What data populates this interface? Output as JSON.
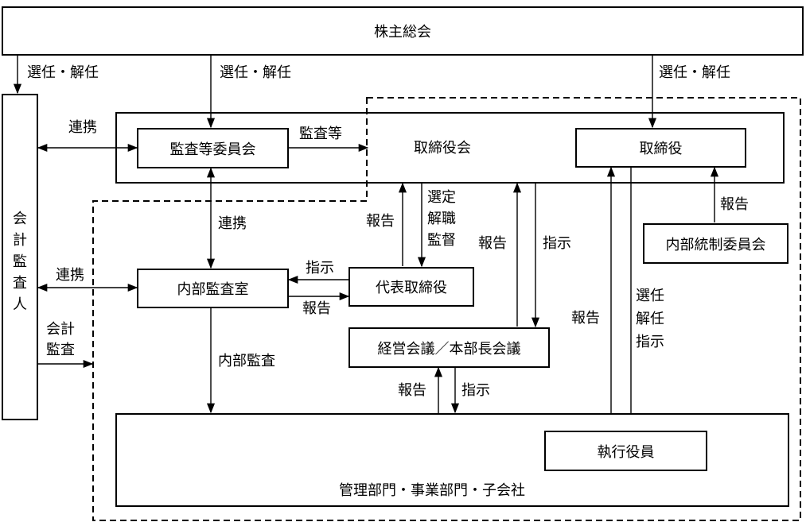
{
  "boxes": {
    "shareholders": "株主総会",
    "auditor": [
      "会",
      "計",
      "監",
      "査",
      "人"
    ],
    "board": "取締役会",
    "audit_committee": "監査等委員会",
    "directors": "取締役",
    "internal_control_committee": "内部統制委員会",
    "internal_audit_office": "内部監査室",
    "representative_director": "代表取締役",
    "management_meeting": "経営会議／本部長会議",
    "executive_officers": "執行役員",
    "departments": "管理部門・事業部門・子会社"
  },
  "labels": {
    "elect_dismiss_auditor": "選任・解任",
    "elect_dismiss_committee": "選任・解任",
    "elect_dismiss_directors": "選任・解任",
    "coop_auditor_committee": "連携",
    "audit_etc": "監査等",
    "coop_committee_internal": "連携",
    "coop_auditor_internal": "連携",
    "accounting_audit": [
      "会計",
      "監査"
    ],
    "select_dismiss_supervise": [
      "選定",
      "解職",
      "監督"
    ],
    "report_rep_to_board": "報告",
    "report_mgmt_to_board": "報告",
    "instruct_board_to_mgmt": "指示",
    "report_icc": "報告",
    "instruct_rep_to_internal": "指示",
    "report_internal_to_rep": "報告",
    "internal_audit": "内部監査",
    "report_dept_to_mgmt": "報告",
    "instruct_mgmt_to_dept": "指示",
    "report_exec_to_directors": "報告",
    "elect_dismiss_instruct": [
      "選任",
      "解任",
      "指示"
    ]
  }
}
